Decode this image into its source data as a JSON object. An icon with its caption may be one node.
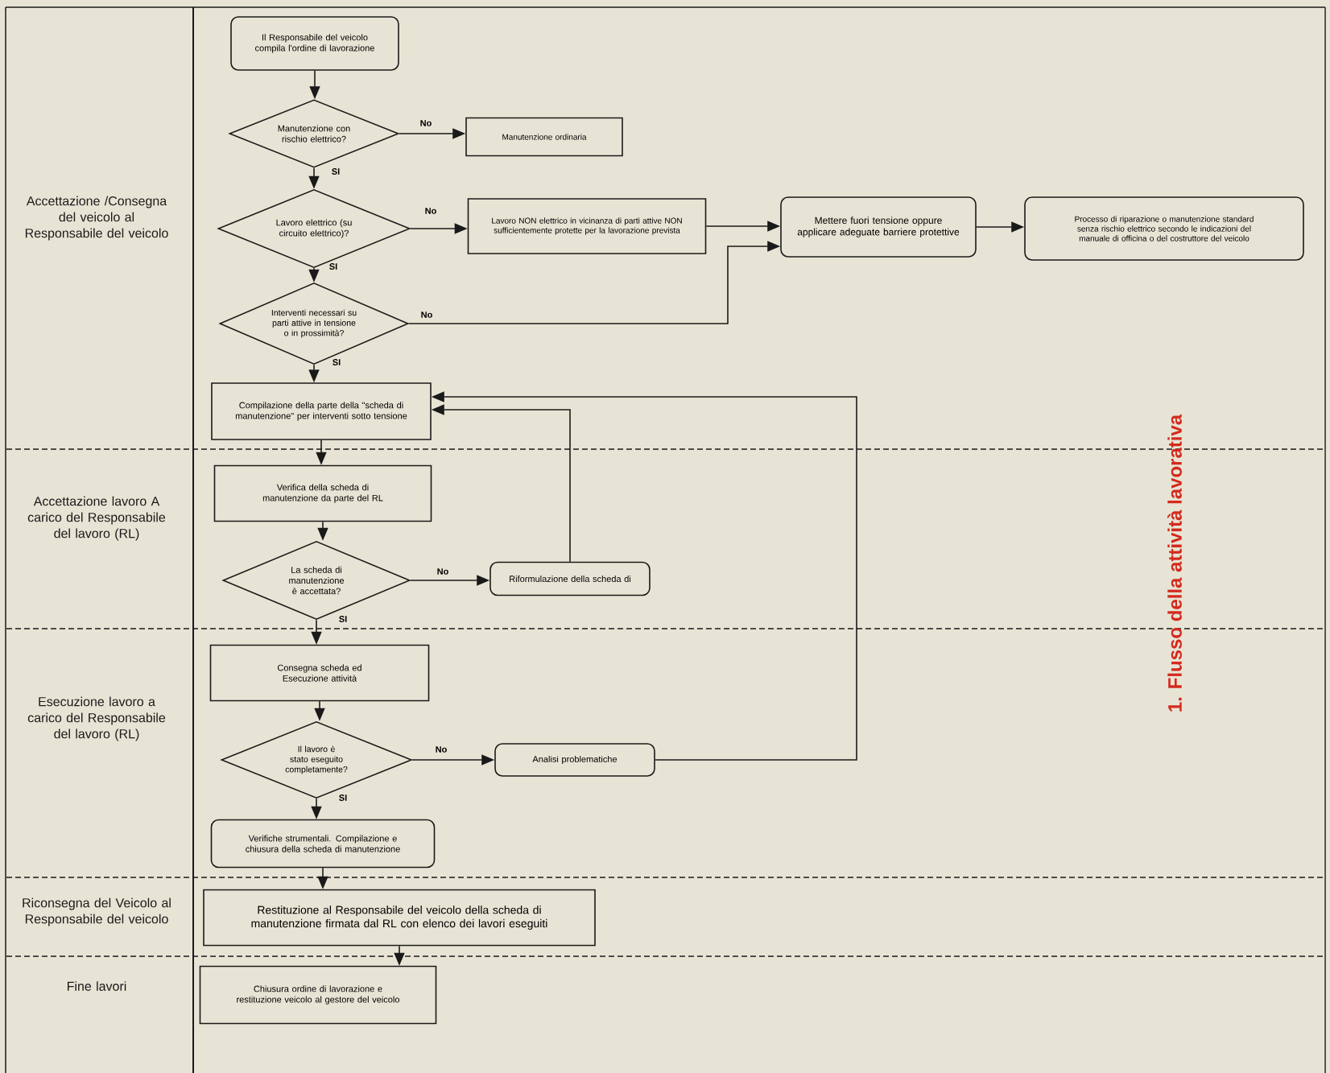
{
  "diagram": {
    "title": "1. Flusso della attività lavorativa",
    "nodes": [
      {
        "text": [
          "Il Responsabile del veicolo compila l'ordine di lavorazione"
        ]
      },
      {
        "text": [
          "Manutenzione con rischio elettrico?"
        ]
      },
      {
        "text": [
          "Manutenzione ordinaria"
        ]
      },
      {
        "text": [
          "Lavoro elettrico (su circuito elettrico)?"
        ]
      },
      {
        "text": [
          "Lavoro NON elettrico in vicinanza di parti attive NON sufficientemente protette per la lavorazione prevista"
        ]
      },
      {
        "text": [
          "Mettere fuori tensione oppure applicare adeguate barriere protettive"
        ]
      },
      {
        "text": [
          "Processo di riparazione o manutenzione standard senza rischio elettrico secondo le indicazioni del manuale di officina o del costruttore del veicolo"
        ]
      },
      {
        "text": [
          "Interventi necessari su parti attive in tensione o in prossimità?"
        ]
      },
      {
        "text": [
          "Compilazione della parte della \"scheda di manutenzione\" per interventi sotto tensione"
        ]
      },
      {
        "text": [
          "Verifica della scheda di manutenzione da parte del RL"
        ]
      },
      {
        "text": [
          "La scheda di manutenzione è accettata?"
        ]
      },
      {
        "text": [
          "Riformulazione della scheda di"
        ]
      },
      {
        "text": [
          "Consegna scheda ed Esecuzione attività"
        ]
      },
      {
        "text": [
          "Il lavoro è stato eseguito completamente?"
        ]
      },
      {
        "text": [
          "Analisi problematiche"
        ]
      },
      {
        "text": [
          "Verifiche strumentali. Compilazione e chiusura della scheda di manutenzione"
        ]
      },
      {
        "text": [
          "Restituzione al Responsabile del veicolo della scheda di manutenzione firmata dal RL con elenco dei lavori eseguiti"
        ]
      },
      {
        "text": [
          "Chiusura ordine di lavorazione e restituzione veicolo al gestore del veicolo"
        ]
      }
    ],
    "edges": [
      {
        "from": 0,
        "to": 1,
        "arrow": "to"
      },
      {
        "from": 1,
        "to": 2,
        "arrow": "to",
        "label": "No"
      },
      {
        "from": 1,
        "to": 3,
        "arrow": "to",
        "label": "SI"
      },
      {
        "from": 3,
        "to": 4,
        "arrow": "to",
        "label": "No"
      },
      {
        "from": 3,
        "to": 7,
        "arrow": "to",
        "label": "SI"
      },
      {
        "from": 4,
        "to": 5,
        "arrow": "to"
      },
      {
        "from": 7,
        "to": 5,
        "arrow": "to",
        "label": "No"
      },
      {
        "from": 5,
        "to": 6,
        "arrow": "to"
      },
      {
        "from": 7,
        "to": 8,
        "arrow": "to",
        "label": "SI"
      },
      {
        "from": 8,
        "to": 9,
        "arrow": "to"
      },
      {
        "from": 9,
        "to": 10,
        "arrow": "to"
      },
      {
        "from": 10,
        "to": 11,
        "arrow": "to",
        "label": "No"
      },
      {
        "from": 11,
        "to": 8,
        "arrow": "to"
      },
      {
        "from": 10,
        "to": 12,
        "arrow": "to",
        "label": "SI"
      },
      {
        "from": 12,
        "to": 13,
        "arrow": "to"
      },
      {
        "from": 13,
        "to": 14,
        "arrow": "to",
        "label": "No"
      },
      {
        "from": 14,
        "to": 8,
        "arrow": "to"
      },
      {
        "from": 13,
        "to": 15,
        "arrow": "to",
        "label": "SI"
      },
      {
        "from": 15,
        "to": 16,
        "arrow": "to"
      },
      {
        "from": 16,
        "to": 17,
        "arrow": "to"
      }
    ],
    "labels": [
      "Accettazione /Consegna del veicolo al Responsabile del veicolo",
      "Accettazione lavoro A carico del Responsabile del lavoro (RL)",
      "Esecuzione lavoro a carico del Responsabile del lavoro (RL)",
      "Riconsegna del Veicolo al Responsabile del veicolo",
      "Fine lavori"
    ]
  }
}
